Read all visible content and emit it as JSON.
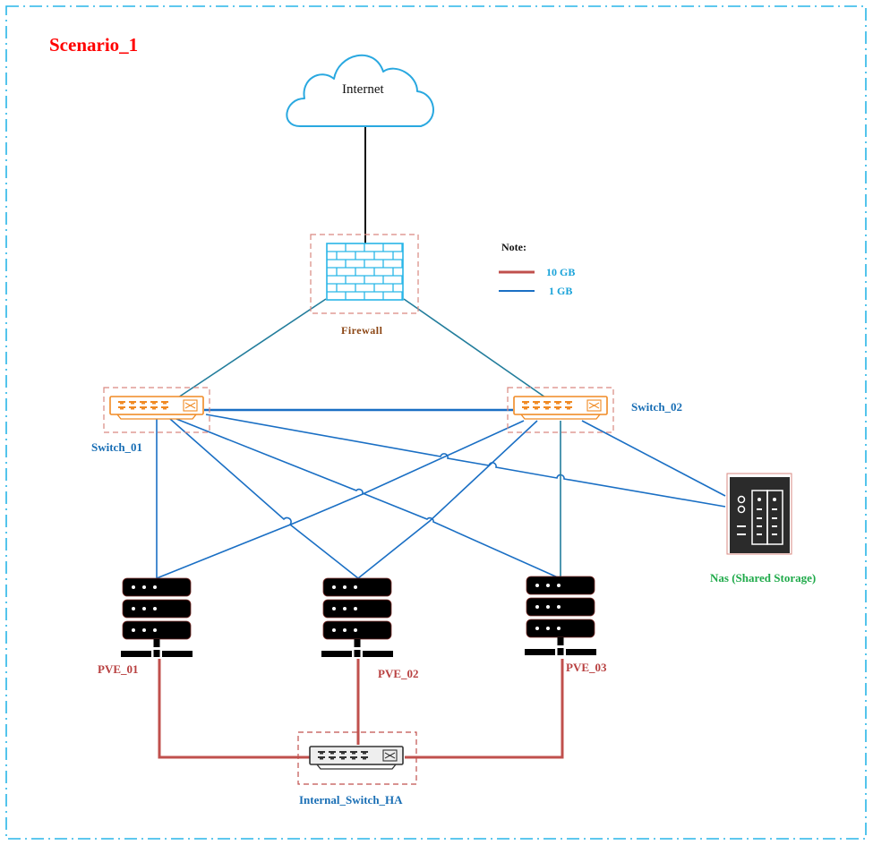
{
  "diagram": {
    "title": "Scenario_1",
    "colors": {
      "frame": "#29b6e8",
      "title": "#ff0000",
      "link_10gb": "#c0504d",
      "link_1gb": "#1a6fc4",
      "link_uplink": "#227d9c",
      "switch_accent": "#f08a24",
      "device_box": "#d98880",
      "server": "#000000",
      "firewall": "#29b6e8"
    },
    "nodes": {
      "internet": {
        "label": "Internet",
        "icon": "cloud-icon"
      },
      "firewall": {
        "label": "Firewall",
        "icon": "firewall-brick-icon"
      },
      "switch_01": {
        "label": "Switch_01",
        "icon": "network-switch-icon"
      },
      "switch_02": {
        "label": "Switch_02",
        "icon": "network-switch-icon"
      },
      "nas": {
        "label": "Nas (Shared Storage)",
        "icon": "nas-storage-icon"
      },
      "pve_01": {
        "label": "PVE_01",
        "icon": "server-rack-icon"
      },
      "pve_02": {
        "label": "PVE_02",
        "icon": "server-rack-icon"
      },
      "pve_03": {
        "label": "PVE_03",
        "icon": "server-rack-icon"
      },
      "internal_switch_ha": {
        "label": "Internal_Switch_HA",
        "icon": "network-switch-icon"
      }
    },
    "legend": {
      "title": "Note:",
      "items": [
        {
          "label": "10 GB",
          "style": "link_10gb"
        },
        {
          "label": "1 GB",
          "style": "link_1gb"
        }
      ]
    },
    "links": [
      {
        "from": "internet",
        "to": "firewall",
        "type": "wan"
      },
      {
        "from": "firewall",
        "to": "switch_01",
        "type": "uplink"
      },
      {
        "from": "firewall",
        "to": "switch_02",
        "type": "uplink"
      },
      {
        "from": "switch_01",
        "to": "switch_02",
        "type": "1gb"
      },
      {
        "from": "switch_01",
        "to": "pve_01",
        "type": "1gb"
      },
      {
        "from": "switch_01",
        "to": "pve_02",
        "type": "1gb"
      },
      {
        "from": "switch_01",
        "to": "pve_03",
        "type": "1gb"
      },
      {
        "from": "switch_01",
        "to": "nas",
        "type": "1gb"
      },
      {
        "from": "switch_02",
        "to": "pve_01",
        "type": "1gb"
      },
      {
        "from": "switch_02",
        "to": "pve_02",
        "type": "1gb"
      },
      {
        "from": "switch_02",
        "to": "pve_03",
        "type": "1gb"
      },
      {
        "from": "switch_02",
        "to": "nas",
        "type": "1gb"
      },
      {
        "from": "pve_01",
        "to": "internal_switch_ha",
        "type": "10gb"
      },
      {
        "from": "pve_02",
        "to": "internal_switch_ha",
        "type": "10gb"
      },
      {
        "from": "pve_03",
        "to": "internal_switch_ha",
        "type": "10gb"
      }
    ]
  }
}
